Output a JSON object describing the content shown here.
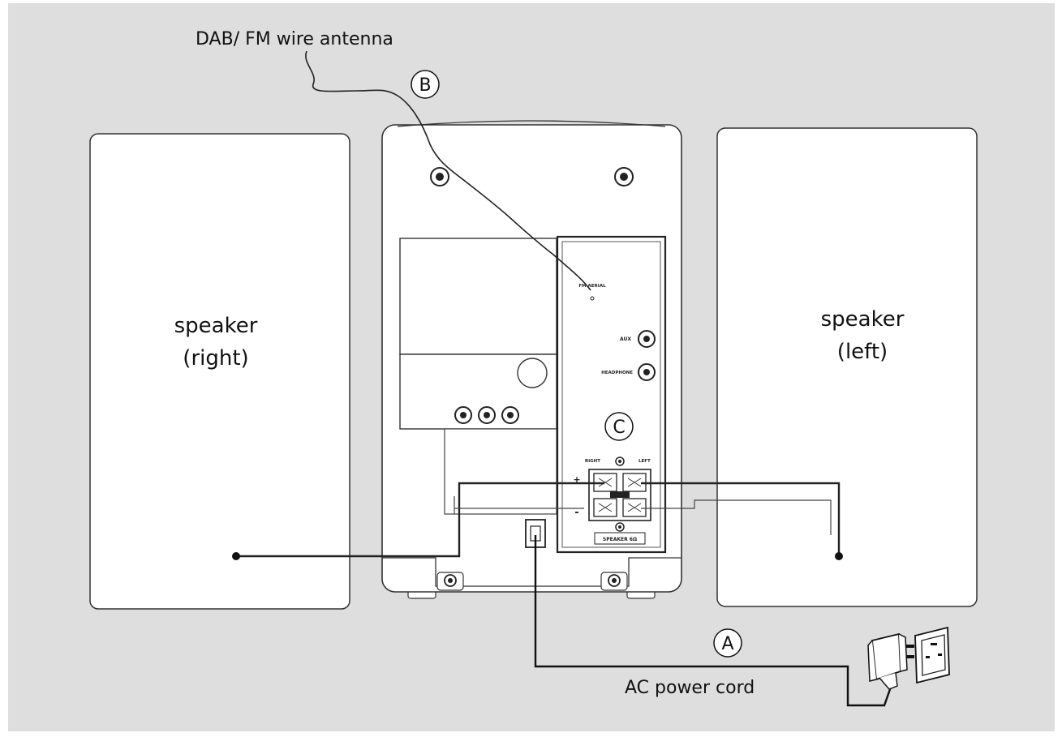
{
  "labels": {
    "antenna": "DAB/ FM wire antenna",
    "speaker_right_line1": "speaker",
    "speaker_right_line2": "(right)",
    "speaker_left_line1": "speaker",
    "speaker_left_line2": "(left)",
    "power_cord": "AC power cord"
  },
  "callouts": {
    "a": "A",
    "b": "B",
    "c": "C"
  },
  "panel_text": {
    "fm_aerial": "FM AERIAL",
    "aux": "AUX",
    "headphone": "HEADPHONE",
    "right": "RIGHT",
    "left": "LEFT",
    "plus": "+",
    "minus": "-",
    "speaker_6ohm": "SPEAKER 6Ω"
  },
  "colors": {
    "background": "#dedede",
    "panel": "#ffffff",
    "stroke": "#2a2a2a",
    "cable": "#111111"
  }
}
